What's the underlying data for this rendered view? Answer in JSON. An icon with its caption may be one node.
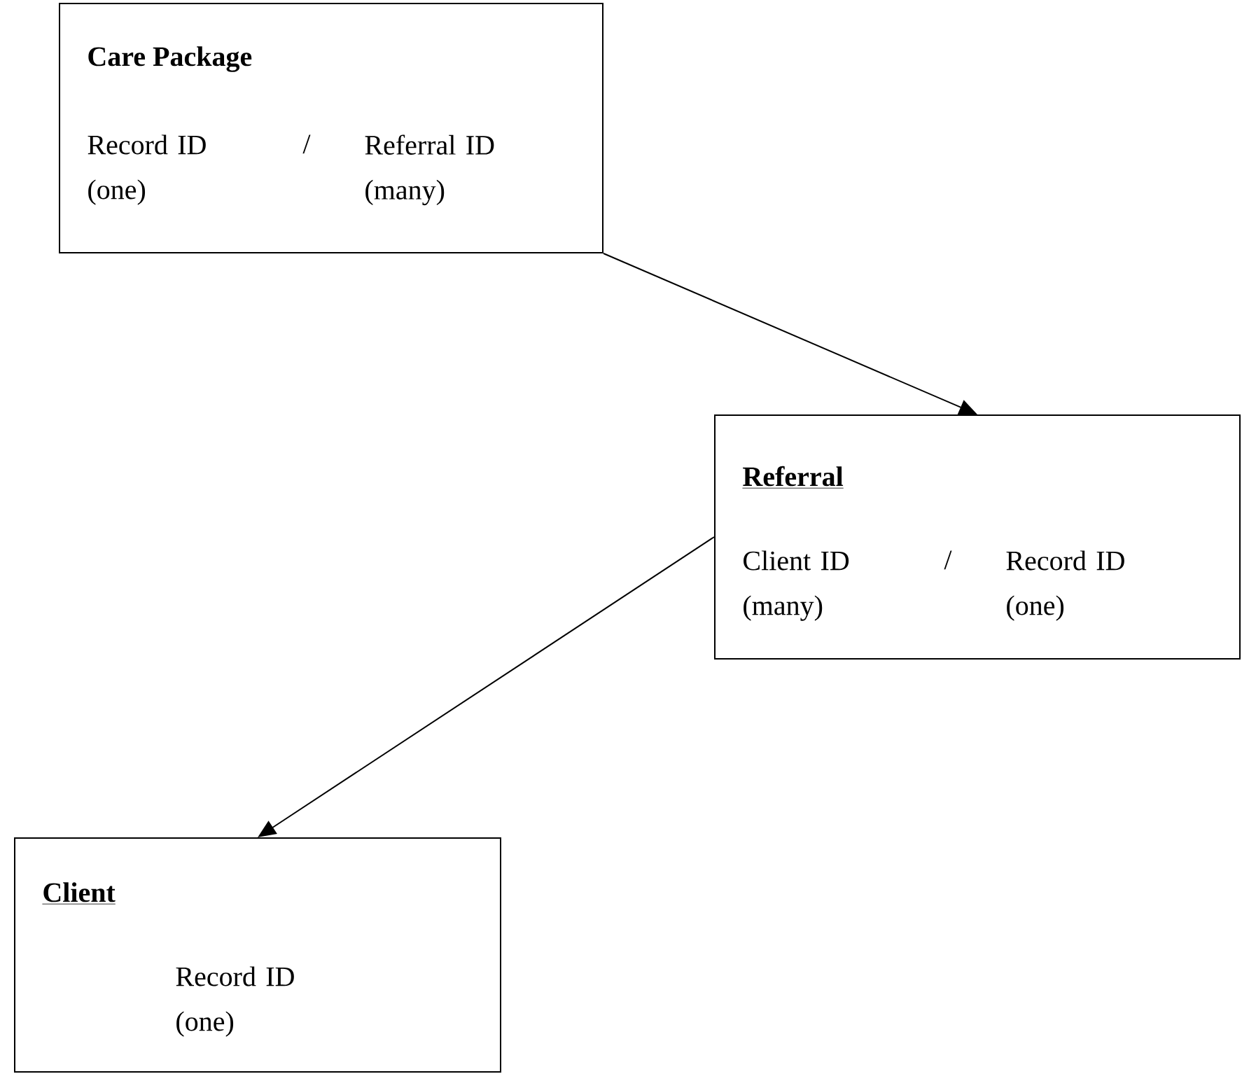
{
  "diagram": {
    "nodes": [
      {
        "text": [
          "Care Package",
          "Record ID (one)",
          "/",
          "Referral ID (many)"
        ]
      },
      {
        "text": [
          "Referral",
          "Client ID (many)",
          "/",
          "Record ID (one)"
        ]
      },
      {
        "text": [
          "Client",
          "Record ID (one)"
        ]
      }
    ],
    "edges": [
      {
        "from": 0,
        "to": 1,
        "arrow": "to"
      },
      {
        "from": 1,
        "to": 2,
        "arrow": "to"
      }
    ]
  }
}
